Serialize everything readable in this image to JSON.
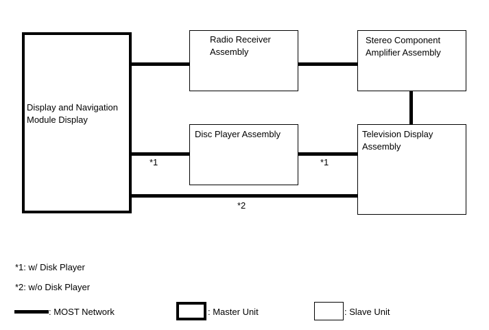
{
  "diagram": {
    "nodes": {
      "display_nav": {
        "label": "Display and Navigation\nModule Display",
        "role": "master"
      },
      "radio_receiver": {
        "label": "Radio Receiver\nAssembly",
        "role": "slave"
      },
      "stereo_amp": {
        "label": "Stereo Component\nAmplifier Assembly",
        "role": "slave"
      },
      "disc_player": {
        "label": "Disc Player Assembly",
        "role": "slave"
      },
      "tv_display": {
        "label": "Television Display\nAssembly",
        "role": "slave"
      }
    },
    "connections": [
      {
        "from": "display_nav",
        "to": "radio_receiver",
        "type": "MOST"
      },
      {
        "from": "radio_receiver",
        "to": "stereo_amp",
        "type": "MOST"
      },
      {
        "from": "stereo_amp",
        "to": "tv_display",
        "type": "MOST"
      },
      {
        "from": "display_nav",
        "to": "disc_player",
        "type": "MOST",
        "note": "*1"
      },
      {
        "from": "disc_player",
        "to": "tv_display",
        "type": "MOST",
        "note": "*1"
      },
      {
        "from": "display_nav",
        "to": "tv_display",
        "type": "MOST",
        "note": "*2"
      }
    ],
    "markers": {
      "left_disc": "*1",
      "right_disc": "*1",
      "bypass": "*2"
    }
  },
  "notes": {
    "note1": "*1: w/ Disk Player",
    "note2": "*2: w/o Disk Player"
  },
  "legend": {
    "most_network": ": MOST Network",
    "master_unit": ": Master Unit",
    "slave_unit": ": Slave Unit"
  }
}
